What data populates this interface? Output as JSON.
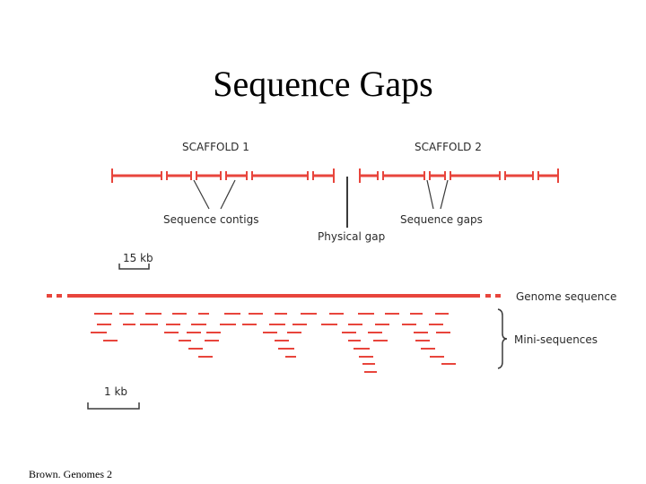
{
  "slide": {
    "title": "Sequence Gaps",
    "caption": "Brown. Genomes 2"
  },
  "diagram": {
    "scaffold1_label": "SCAFFOLD 1",
    "scaffold2_label": "SCAFFOLD 2",
    "sequence_contigs_label": "Sequence contigs",
    "physical_gap_label": "Physical gap",
    "sequence_gaps_label": "Sequence gaps",
    "scale_top_label": "15 kb",
    "genome_sequence_label": "Genome sequence",
    "mini_sequences_label": "Mini-sequences",
    "scale_bottom_label": "1 kb",
    "colors": {
      "sequence_red": "#e8453c",
      "line_gray": "#3a3a3a"
    }
  }
}
